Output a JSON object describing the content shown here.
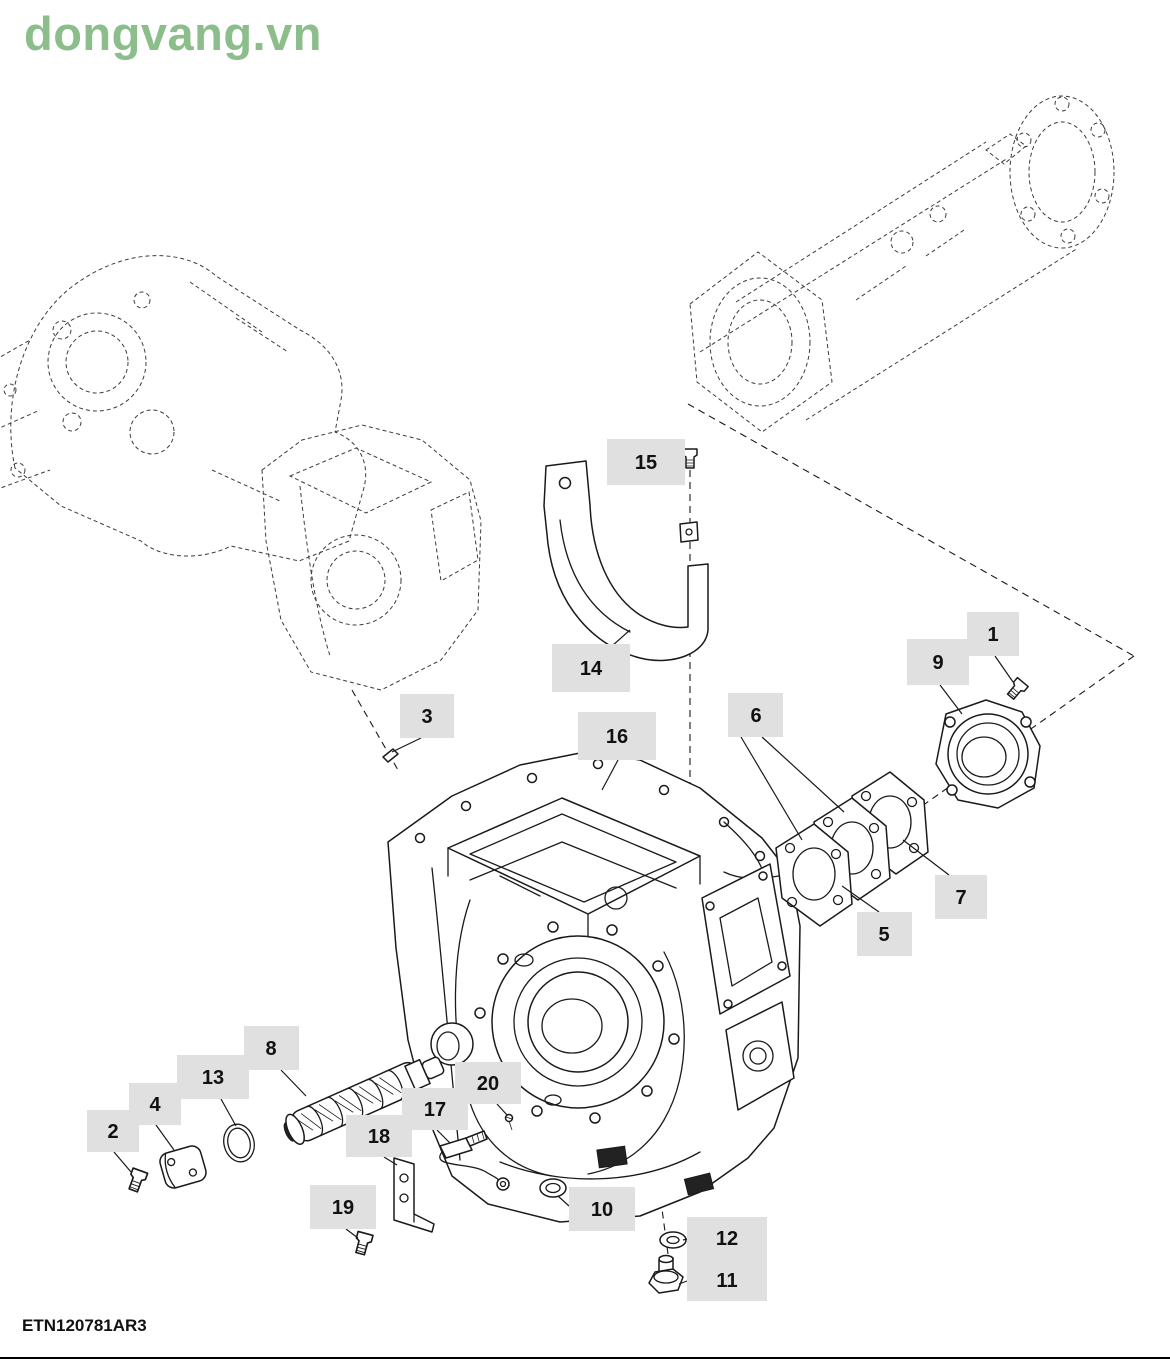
{
  "watermark": {
    "text": "dongvang.vn"
  },
  "footer": {
    "diagram_code": "ETN120781AR3"
  },
  "callouts": [
    {
      "label": "1"
    },
    {
      "label": "2"
    },
    {
      "label": "3"
    },
    {
      "label": "4"
    },
    {
      "label": "5"
    },
    {
      "label": "6"
    },
    {
      "label": "7"
    },
    {
      "label": "8"
    },
    {
      "label": "9"
    },
    {
      "label": "10"
    },
    {
      "label": "11"
    },
    {
      "label": "12"
    },
    {
      "label": "13"
    },
    {
      "label": "14"
    },
    {
      "label": "15"
    },
    {
      "label": "16"
    },
    {
      "label": "17"
    },
    {
      "label": "18"
    },
    {
      "label": "19"
    },
    {
      "label": "20"
    }
  ],
  "colors": {
    "watermark_green": "#8CBE8C",
    "callout_background": "#E0E0E0",
    "line_art": "#1A1A1A"
  }
}
